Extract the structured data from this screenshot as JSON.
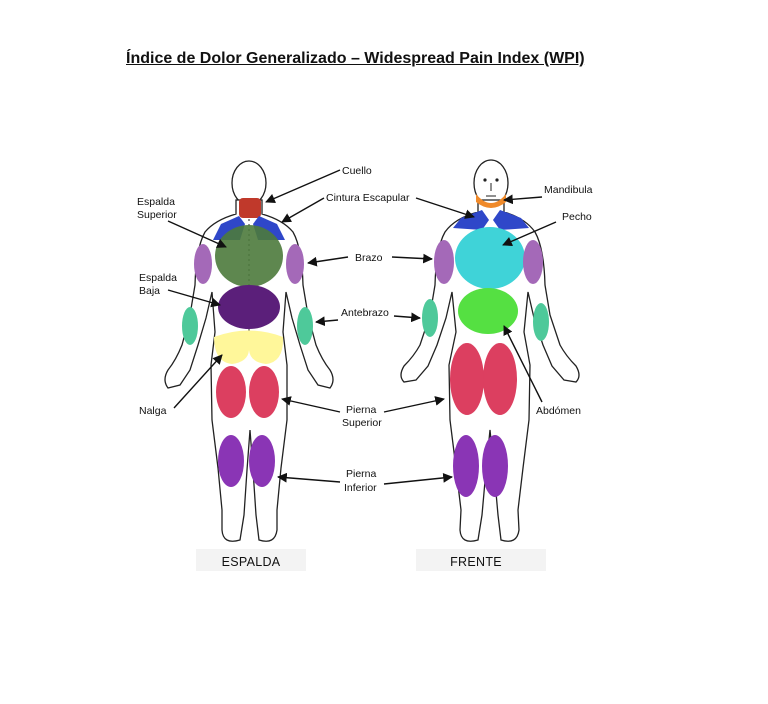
{
  "title": "Índice de Dolor Generalizado – Widespread Pain Index (WPI)",
  "figures": {
    "back_label": "ESPALDA",
    "front_label": "FRENTE"
  },
  "labels": {
    "cuello": "Cuello",
    "cintura_escapular": "Cintura Escapular",
    "espalda_superior_1": "Espalda",
    "espalda_superior_2": "Superior",
    "espalda_baja_1": "Espalda",
    "espalda_baja_2": "Baja",
    "brazo": "Brazo",
    "antebrazo": "Antebrazo",
    "nalga": "Nalga",
    "pierna_superior_1": "Pierna",
    "pierna_superior_2": "Superior",
    "pierna_inferior_1": "Pierna",
    "pierna_inferior_2": "Inferior",
    "mandibula": "Mandibula",
    "pecho": "Pecho",
    "abdomen": "Abdómen"
  },
  "colors": {
    "neck": "#c0392b",
    "shoulder": "#2f47c9",
    "upper_back": "#4d7a3c",
    "lower_back": "#5b1f7a",
    "upper_arm": "#a469b8",
    "forearm": "#4ec99a",
    "buttock": "#fff79a",
    "upper_leg": "#dc3f60",
    "lower_leg": "#8a35b5",
    "chest": "#3fd3d8",
    "abdomen": "#55e042",
    "jaw": "#f08a2a"
  }
}
